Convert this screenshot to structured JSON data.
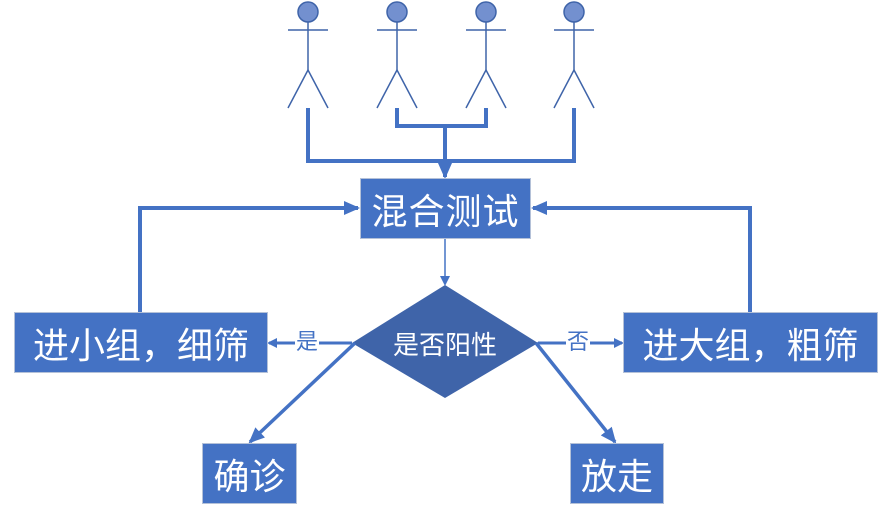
{
  "diagram": {
    "title": "",
    "colors": {
      "box_fill": "#4472c4",
      "diamond_fill": "#3f64a9",
      "line": "#4472c4",
      "person": "#7390cf",
      "person_stroke": "#3f64a9",
      "label_text": "#ffffff"
    },
    "people": [
      {
        "id": "person-1",
        "icon": "stick-figure-icon"
      },
      {
        "id": "person-2",
        "icon": "stick-figure-icon"
      },
      {
        "id": "person-3",
        "icon": "stick-figure-icon"
      },
      {
        "id": "person-4",
        "icon": "stick-figure-icon"
      }
    ],
    "nodes": {
      "mixed_test": "混合测试",
      "is_positive": "是否阳性",
      "small_group": "进小组，细筛",
      "large_group": "进大组，粗筛",
      "confirmed": "确诊",
      "release": "放走"
    },
    "edge_labels": {
      "yes": "是",
      "no": "否"
    },
    "edges": [
      {
        "from": "people",
        "to": "mixed_test"
      },
      {
        "from": "mixed_test",
        "to": "is_positive"
      },
      {
        "from": "is_positive",
        "to": "small_group",
        "label": "是"
      },
      {
        "from": "is_positive",
        "to": "large_group",
        "label": "否"
      },
      {
        "from": "is_positive",
        "to": "confirmed"
      },
      {
        "from": "is_positive",
        "to": "release"
      },
      {
        "from": "small_group",
        "to": "mixed_test"
      },
      {
        "from": "large_group",
        "to": "mixed_test"
      }
    ]
  }
}
